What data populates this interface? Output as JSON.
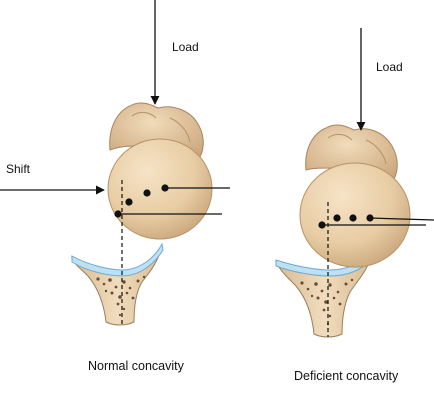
{
  "labels": {
    "load_left": "Load",
    "load_right": "Load",
    "shift": "Shift"
  },
  "captions": {
    "left": "Normal concavity",
    "right": "Deficient concavity"
  },
  "colors": {
    "head_fill": "#e9cfa8",
    "head_shade": "#c9a57a",
    "bone_fill": "#e6cda6",
    "cartilage": "#bfe0f2",
    "cartilage_edge": "#6fa9cf",
    "marrow_spots": "#6b4a36",
    "lines": "#111111"
  }
}
